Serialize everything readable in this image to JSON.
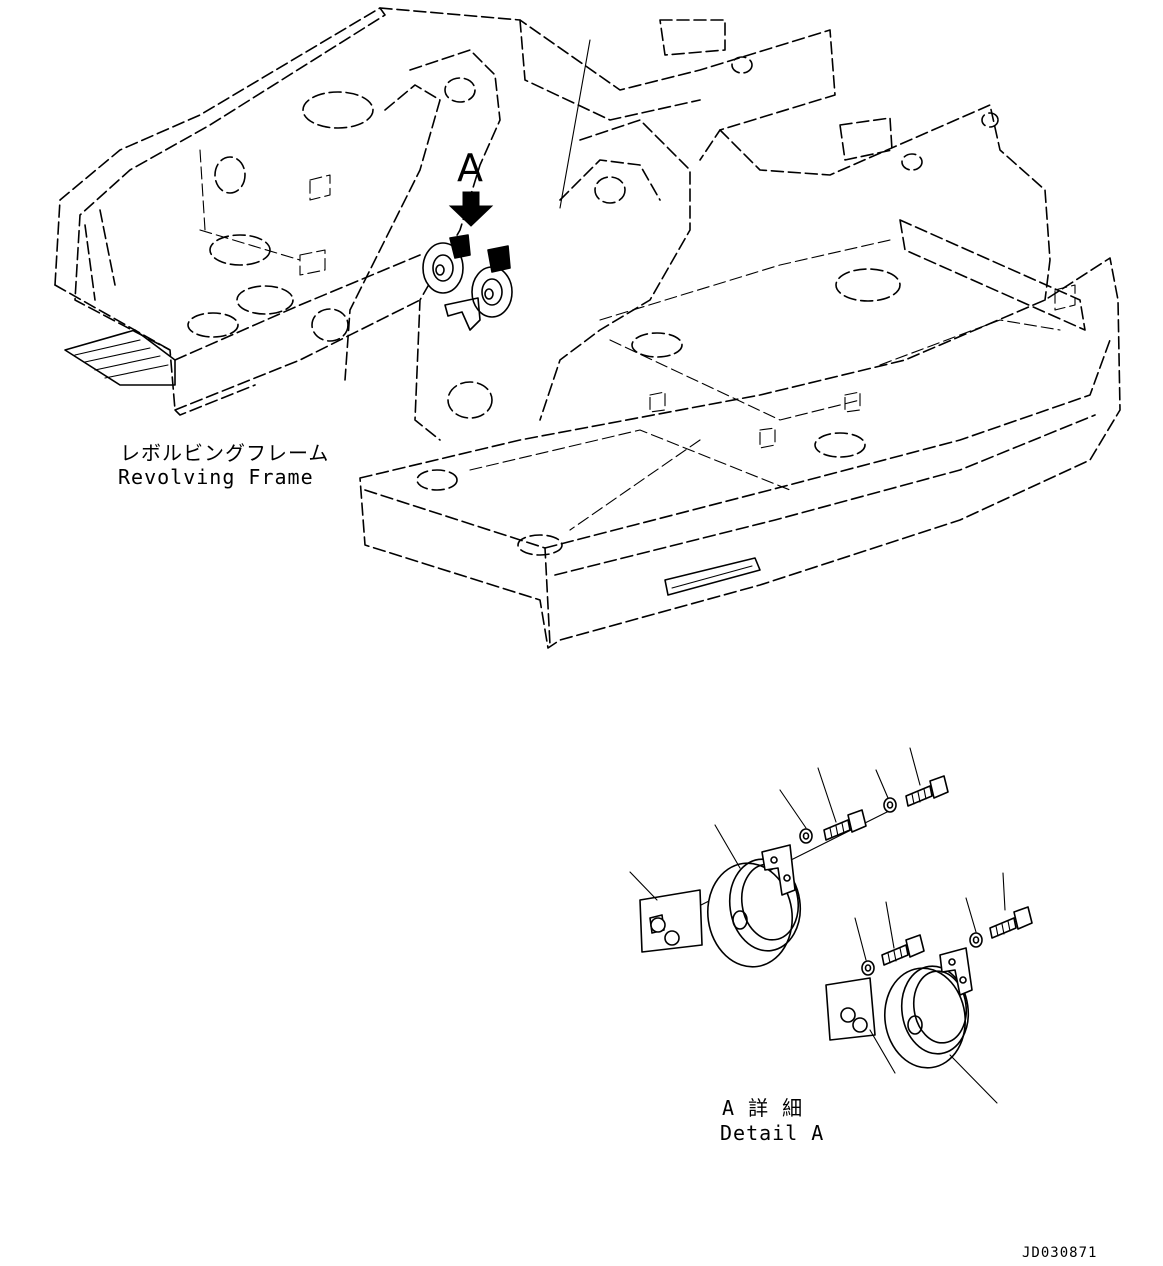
{
  "frame_label": {
    "japanese": "レボルビングフレーム",
    "english": "Revolving Frame"
  },
  "view_marker": {
    "letter": "A"
  },
  "detail_label": {
    "japanese": "A 詳 細",
    "english": "Detail A"
  },
  "drawing_number": "JD030871"
}
